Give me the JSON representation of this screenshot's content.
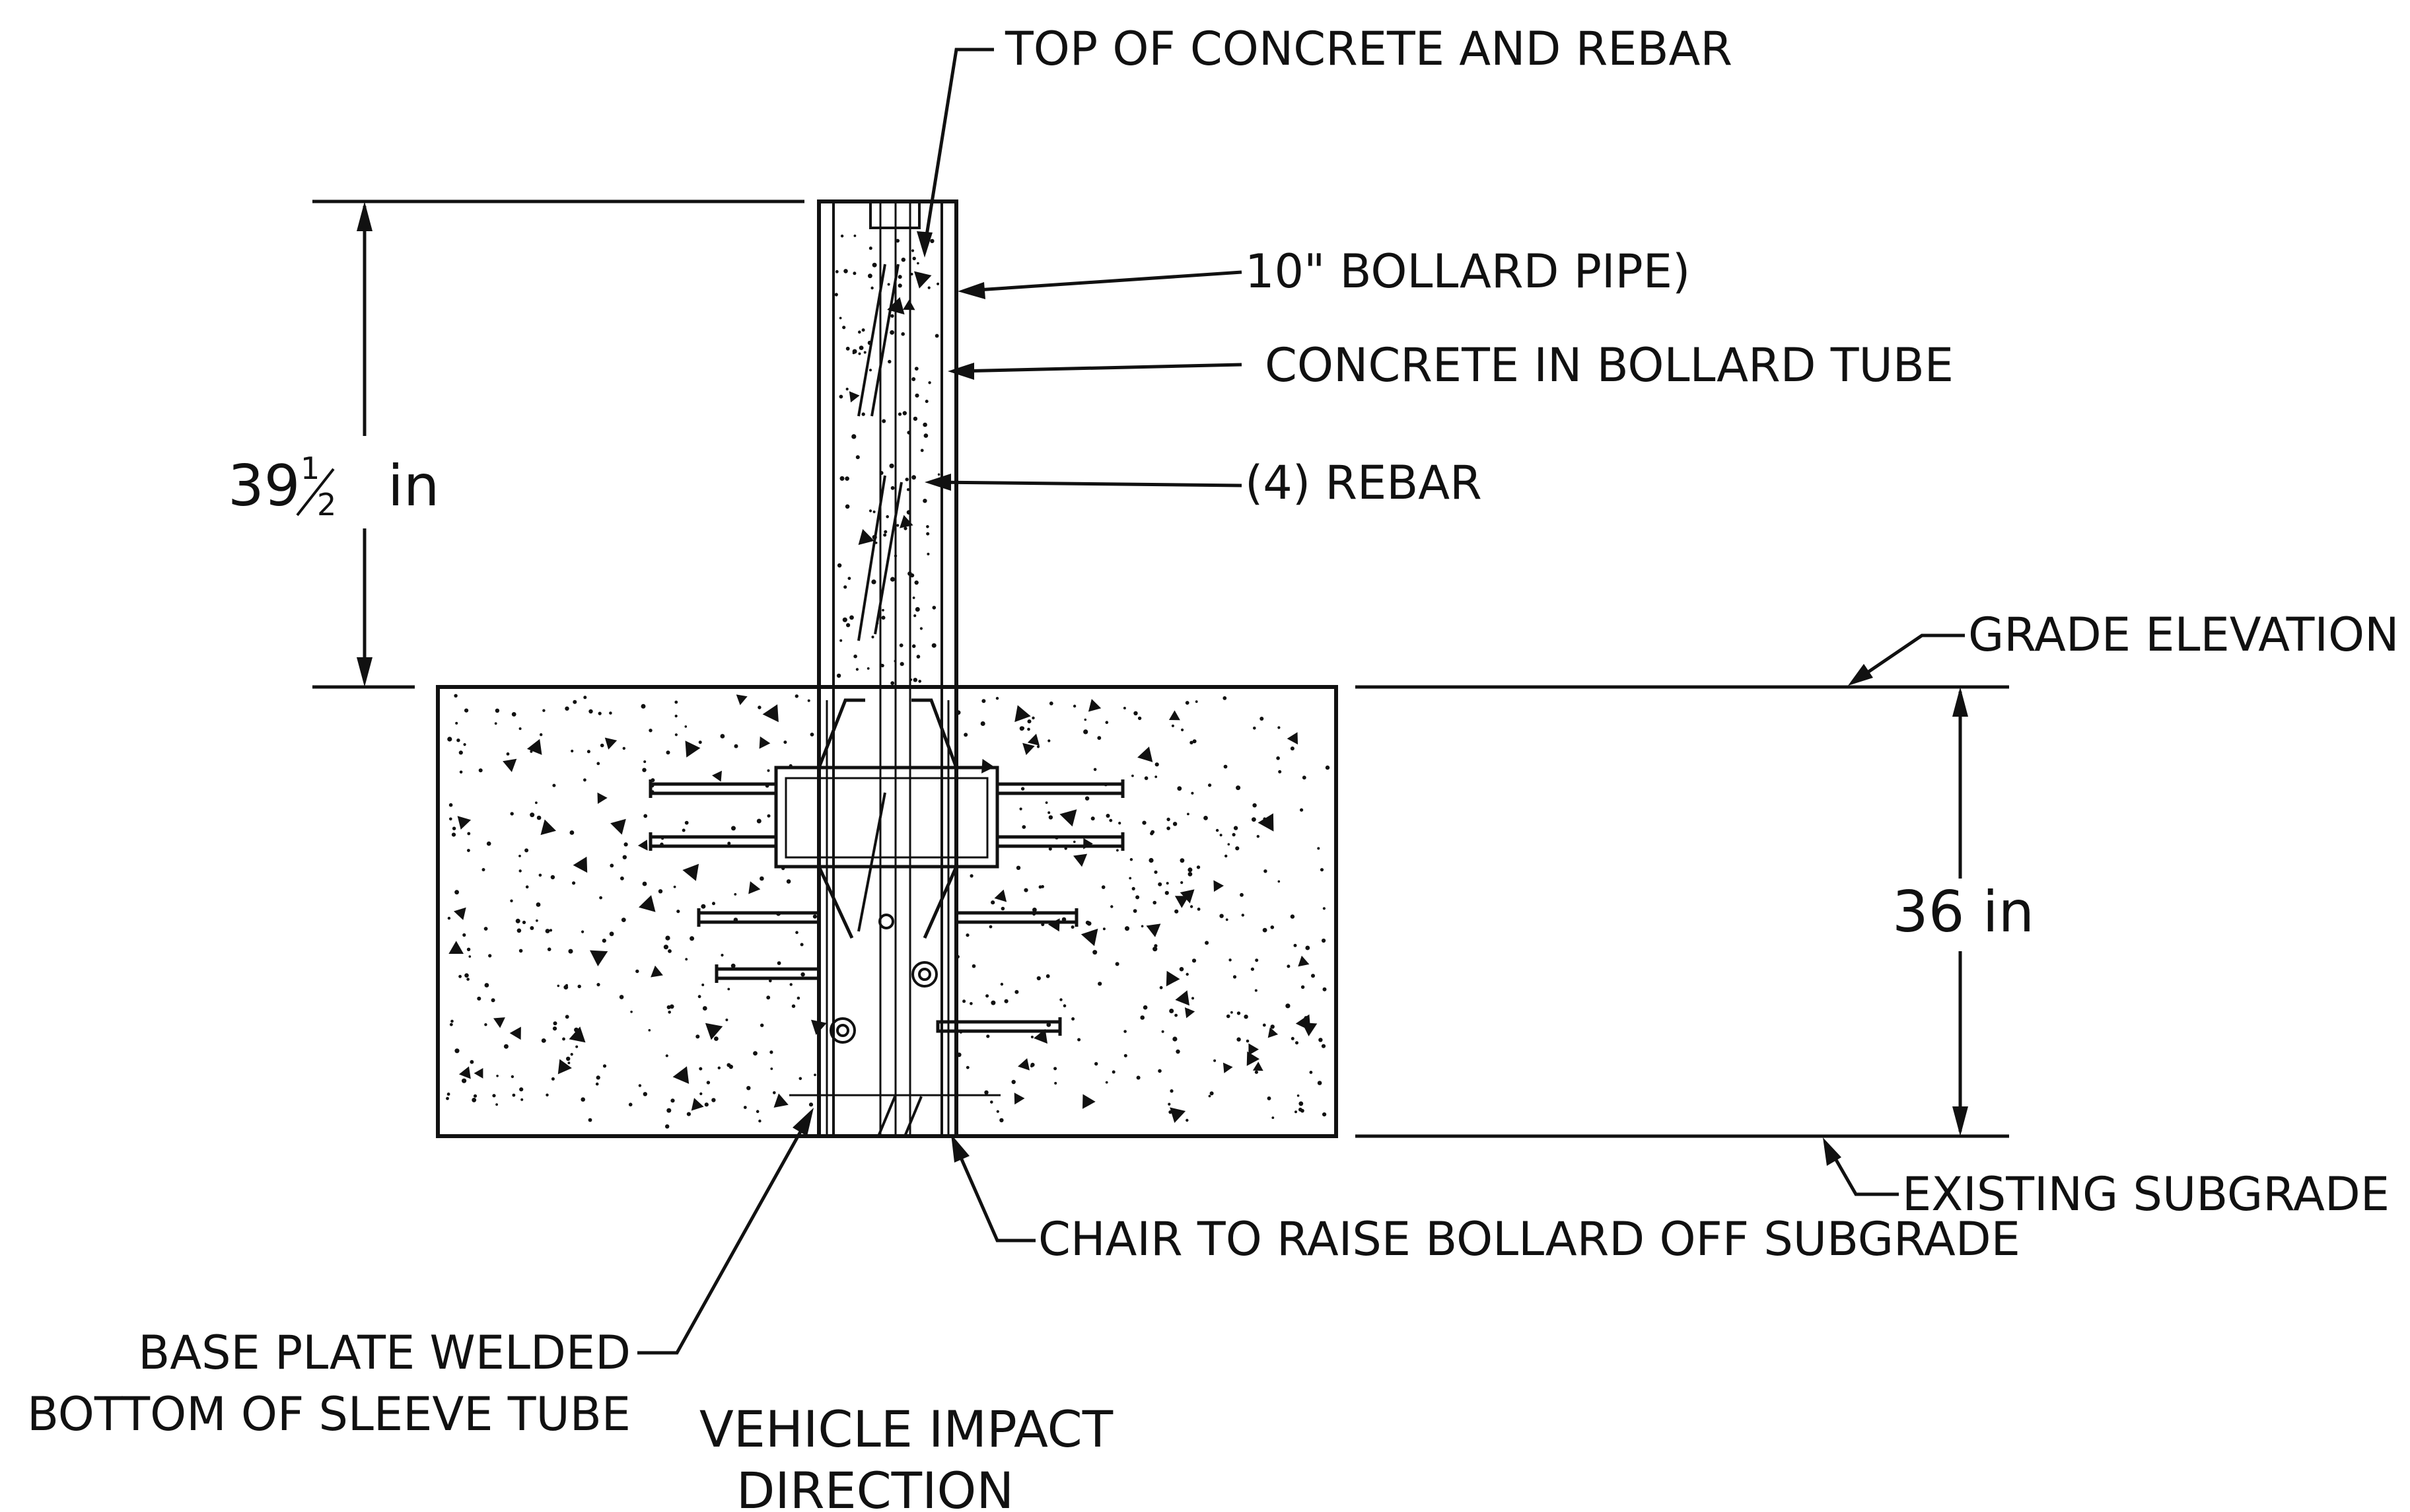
{
  "labels": {
    "top_of_concrete": "TOP OF CONCRETE AND REBAR",
    "bollard_pipe": "10\" BOLLARD PIPE)",
    "concrete_in_tube": "CONCRETE IN BOLLARD TUBE",
    "rebar": "(4)  REBAR",
    "grade_elevation": "GRADE ELEVATION",
    "existing_subgrade": "EXISTING SUBGRADE",
    "chair": "CHAIR TO RAISE BOLLARD OFF SUBGRADE",
    "base_plate_line1": "BASE PLATE WELDED",
    "base_plate_line2": "BOTTOM OF SLEEVE TUBE",
    "vehicle_line1": "VEHICLE IMPACT",
    "vehicle_line2": "DIRECTION"
  },
  "dimensions": {
    "above_grade_value": "39",
    "above_grade_fraction_num": "1",
    "above_grade_fraction_den": "2",
    "above_grade_unit": "in",
    "footing_depth": "36 in"
  },
  "colors": {
    "line": "#111111",
    "background": "#ffffff"
  }
}
